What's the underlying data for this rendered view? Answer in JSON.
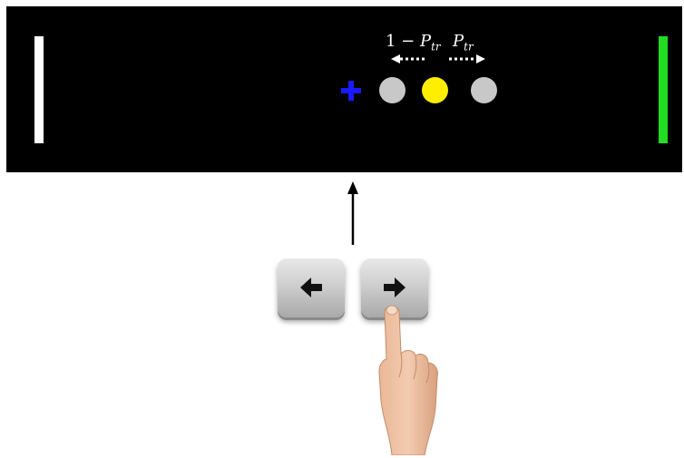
{
  "probability": {
    "left_label_prefix": "1 − ",
    "left_label_var": "P",
    "left_label_sub": "tr",
    "right_label_var": "P",
    "right_label_sub": "tr"
  },
  "colors": {
    "screen_bg": "#000000",
    "left_bar": "#ffffff",
    "right_bar": "#22dd22",
    "fixation_cross": "#1a1aff",
    "target_dot": "#ffee00",
    "flank_dots": "#c8c8c8"
  },
  "icons": {
    "left_key": "left-arrow-icon",
    "right_key": "right-arrow-icon",
    "pointer": "pointing-hand-icon",
    "fixation": "plus-icon"
  }
}
